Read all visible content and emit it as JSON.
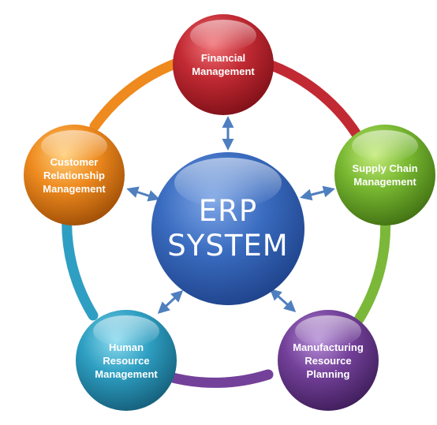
{
  "center": {
    "lines": [
      "ERP",
      "SYSTEM"
    ],
    "color": "#2f62b4"
  },
  "nodes": [
    {
      "key": "financial",
      "lines": [
        "Financial",
        "Management"
      ],
      "color": "#b3202a",
      "icon": "double-arrow-icon"
    },
    {
      "key": "supply-chain",
      "lines": [
        "Supply Chain",
        "Management"
      ],
      "color": "#6aa82c",
      "icon": "double-arrow-icon"
    },
    {
      "key": "manufacturing",
      "lines": [
        "Manufacturing",
        "Resource",
        "Planning"
      ],
      "color": "#6b3a8e",
      "icon": "double-arrow-icon"
    },
    {
      "key": "human-resource",
      "lines": [
        "Human",
        "Resource",
        "Management"
      ],
      "color": "#2798b8",
      "icon": "double-arrow-icon"
    },
    {
      "key": "crm",
      "lines": [
        "Customer",
        "Relationship",
        "Management"
      ],
      "color": "#e57b17",
      "icon": "double-arrow-icon"
    }
  ]
}
